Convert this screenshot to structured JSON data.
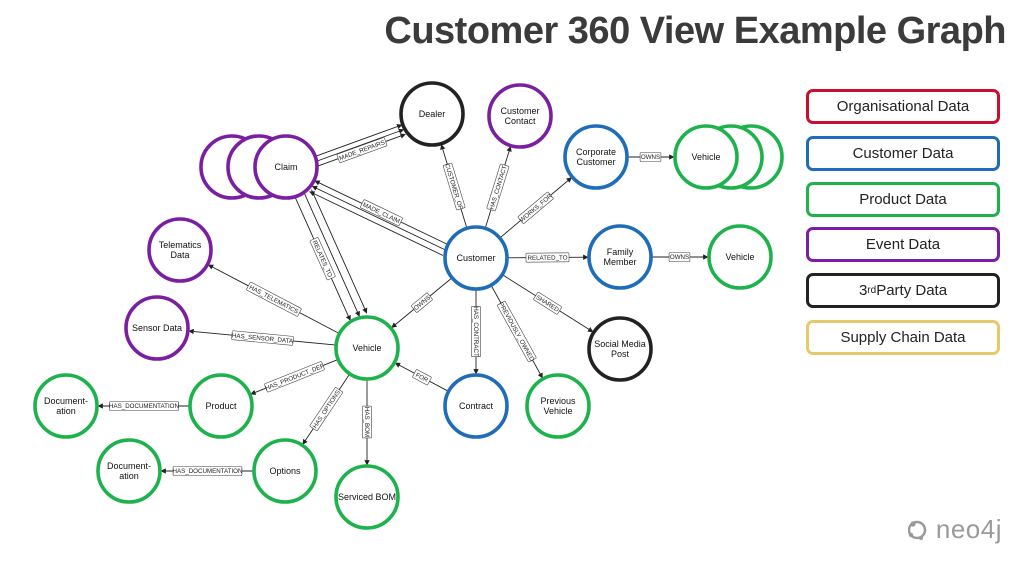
{
  "title": "Customer 360 View Example Graph",
  "colors": {
    "organisational": "#c8102e",
    "customer": "#1f6cb8",
    "product": "#1db24b",
    "event": "#7b1fa2",
    "third_party": "#222222",
    "supply_chain": "#e6c96b"
  },
  "legend": [
    {
      "key": "organisational",
      "label": "Organisational Data"
    },
    {
      "key": "customer",
      "label": "Customer Data"
    },
    {
      "key": "product",
      "label": "Product Data"
    },
    {
      "key": "event",
      "label": "Event Data"
    },
    {
      "key": "third_party",
      "label_pre": "3",
      "label_sup": "rd",
      "label_post": " Party Data"
    },
    {
      "key": "supply_chain",
      "label": "Supply Chain Data"
    }
  ],
  "nodes": {
    "dealer": {
      "label": "Dealer",
      "type": "third_party"
    },
    "customer_contact": {
      "label": [
        "Customer",
        "Contact"
      ],
      "type": "event"
    },
    "claim": {
      "label": "Claim",
      "type": "event"
    },
    "corporate_customer": {
      "label": [
        "Corporate",
        "Customer"
      ],
      "type": "customer"
    },
    "vehicle_corp": {
      "label": "Vehicle",
      "type": "product"
    },
    "customer": {
      "label": "Customer",
      "type": "customer"
    },
    "family_member": {
      "label": [
        "Family",
        "Member"
      ],
      "type": "customer"
    },
    "vehicle_family": {
      "label": "Vehicle",
      "type": "product"
    },
    "telematics_data": {
      "label": [
        "Telematics",
        "Data"
      ],
      "type": "event"
    },
    "sensor_data": {
      "label": "Sensor Data",
      "type": "event"
    },
    "vehicle": {
      "label": "Vehicle",
      "type": "product"
    },
    "social_media_post": {
      "label": [
        "Social Media",
        "Post"
      ],
      "type": "third_party"
    },
    "documentation_1": {
      "label": [
        "Document-",
        "ation"
      ],
      "type": "product"
    },
    "product": {
      "label": "Product",
      "type": "product"
    },
    "contract": {
      "label": "Contract",
      "type": "customer"
    },
    "previous_vehicle": {
      "label": [
        "Previous",
        "Vehicle"
      ],
      "type": "product"
    },
    "documentation_2": {
      "label": [
        "Document-",
        "ation"
      ],
      "type": "product"
    },
    "options": {
      "label": "Options",
      "type": "product"
    },
    "serviced_bom": {
      "label": "Serviced BOM",
      "type": "product"
    }
  },
  "relationships": [
    {
      "from": "claim",
      "to": "dealer",
      "label": "MADE_REPAIRS"
    },
    {
      "from": "customer",
      "to": "claim",
      "label": "MADE_CLAIM"
    },
    {
      "from": "claim",
      "to": "vehicle",
      "label": "RELATES_TO"
    },
    {
      "from": "customer",
      "to": "dealer",
      "label": "CUSTOMER_OF"
    },
    {
      "from": "customer",
      "to": "customer_contact",
      "label": "HAS_CONTACT"
    },
    {
      "from": "customer",
      "to": "corporate_customer",
      "label": "WORKS_FOR"
    },
    {
      "from": "corporate_customer",
      "to": "vehicle_corp",
      "label": "OWNS"
    },
    {
      "from": "customer",
      "to": "family_member",
      "label": "RELATED_TO"
    },
    {
      "from": "family_member",
      "to": "vehicle_family",
      "label": "OWNS"
    },
    {
      "from": "customer",
      "to": "vehicle",
      "label": "OWNS"
    },
    {
      "from": "customer",
      "to": "contract",
      "label": "HAS_CONTRACT"
    },
    {
      "from": "customer",
      "to": "previous_vehicle",
      "label": "PREVIOUSLY_OWNED"
    },
    {
      "from": "customer",
      "to": "social_media_post",
      "label": "SHARED"
    },
    {
      "from": "vehicle",
      "to": "telematics_data",
      "label": "HAS_TELEMATICS"
    },
    {
      "from": "vehicle",
      "to": "sensor_data",
      "label": "HAS_SENSOR_DATA"
    },
    {
      "from": "vehicle",
      "to": "product",
      "label": "HAS_PRODUCT_DEF"
    },
    {
      "from": "vehicle",
      "to": "options",
      "label": "HAS_OPTIONS"
    },
    {
      "from": "vehicle",
      "to": "serviced_bom",
      "label": "HAS_BOM"
    },
    {
      "from": "contract",
      "to": "vehicle",
      "label": "FOR"
    },
    {
      "from": "product",
      "to": "documentation_1",
      "label": "HAS_DOCUMENTATION"
    },
    {
      "from": "options",
      "to": "documentation_2",
      "label": "HAS_DOCUMENTATION"
    }
  ],
  "logo": {
    "text": "neo4j"
  }
}
